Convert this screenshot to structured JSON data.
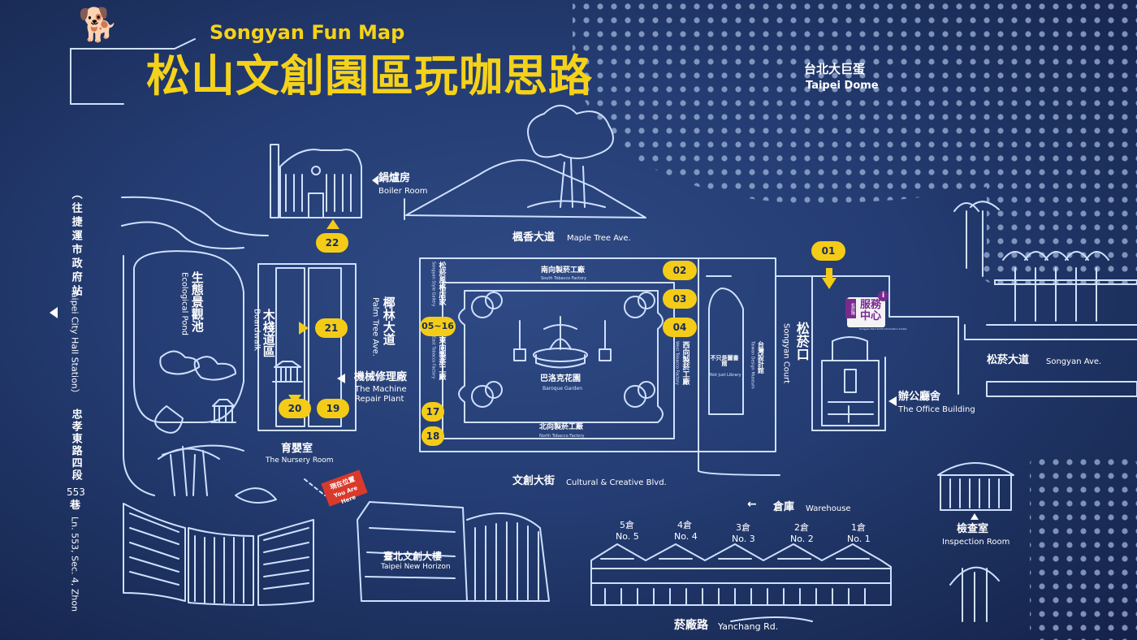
{
  "header": {
    "title_en": "Songyan Fun Map",
    "title_cn": "松山文創園區玩咖思路"
  },
  "landmarks": {
    "taipei_dome_cn": "台北大巨蛋",
    "taipei_dome_en": "Taipei Dome",
    "boiler_room_cn": "鍋爐房",
    "boiler_room_en": "Boiler Room",
    "maple_ave_cn": "楓香大道",
    "maple_ave_en": "Maple Tree Ave.",
    "south_factory_cn": "南向製菸工廠",
    "south_factory_en": "South Tobacco Factory",
    "north_factory_cn": "北向製菸工廠",
    "north_factory_en": "North Tobacco Factory",
    "east_factory_cn": "東向製菸工廠",
    "east_factory_en": "East Tobacco Factory",
    "west_factory_cn": "西向製菸工廠",
    "west_factory_en": "West Tobacco Factory",
    "style_gallery_cn": "松菸風格店家",
    "style_gallery_en": "Songyan Style Gallery",
    "baroque_garden_cn": "巴洛克花園",
    "baroque_garden_en": "Baroque Garden",
    "library_cn": "不只是圖書館",
    "library_en": "Not just Library",
    "design_museum_cn": "台灣設計館",
    "design_museum_en": "Taiwan Design Museum",
    "court_cn": "松菸口",
    "court_en": "Songyan Court",
    "service_cn": "服務中心",
    "service_tag": "松菸隊",
    "service_en": "Songyan Park SCCP Information Center",
    "songyan_ave_cn": "松菸大道",
    "songyan_ave_en": "Songyan Ave.",
    "office_cn": "辦公廳舍",
    "office_en": "The Office Building",
    "eco_pond_cn": "生態景觀池",
    "eco_pond_en": "Ecological Pond",
    "boardwalk_cn": "木棧道區",
    "boardwalk_en": "Boardwalk",
    "palm_ave_cn": "椰林大道",
    "palm_ave_en": "Palm Tree Ave.",
    "repair_cn": "機械修理廠",
    "repair_en1": "The Machine",
    "repair_en2": "Repair Plant",
    "nursery_cn": "育嬰室",
    "nursery_en": "The Nursery Room",
    "you_are_here_cn": "現在位置",
    "you_are_here_en": "You Are Here",
    "creative_blvd_cn": "文創大街",
    "creative_blvd_en": "Cultural & Creative Blvd.",
    "horizon_cn": "臺北文創大樓",
    "horizon_en": "Taipei New Horizon",
    "warehouse_cn": "倉庫",
    "warehouse_en": "Warehouse",
    "inspection_cn": "檢查室",
    "inspection_en": "Inspection Room",
    "yanchang_cn": "菸廠路",
    "yanchang_en": "Yanchang Rd.",
    "side_text_cn": "（往捷運市政府站",
    "side_text_en": "Taipei City Hall Station）",
    "lane_cn": "忠孝東路四段",
    "lane_num": "553",
    "lane_cn2": "巷",
    "lane_en": "Ln. 553, Sec. 4, Zhon"
  },
  "warehouses": [
    {
      "cn": "5倉",
      "en": "No. 5"
    },
    {
      "cn": "4倉",
      "en": "No. 4"
    },
    {
      "cn": "3倉",
      "en": "No. 3"
    },
    {
      "cn": "2倉",
      "en": "No. 2"
    },
    {
      "cn": "1倉",
      "en": "No. 1"
    }
  ],
  "markers": {
    "m01": "01",
    "m02": "02",
    "m03": "03",
    "m04": "04",
    "m0516": "05~16",
    "m17": "17",
    "m18": "18",
    "m19": "19",
    "m20": "20",
    "m21": "21",
    "m22": "22"
  },
  "colors": {
    "background": "#243c72",
    "line": "#cfe0ff",
    "highlight": "#f4cc18",
    "service": "#7a2a8f",
    "marker_here": "#d93a2b"
  }
}
